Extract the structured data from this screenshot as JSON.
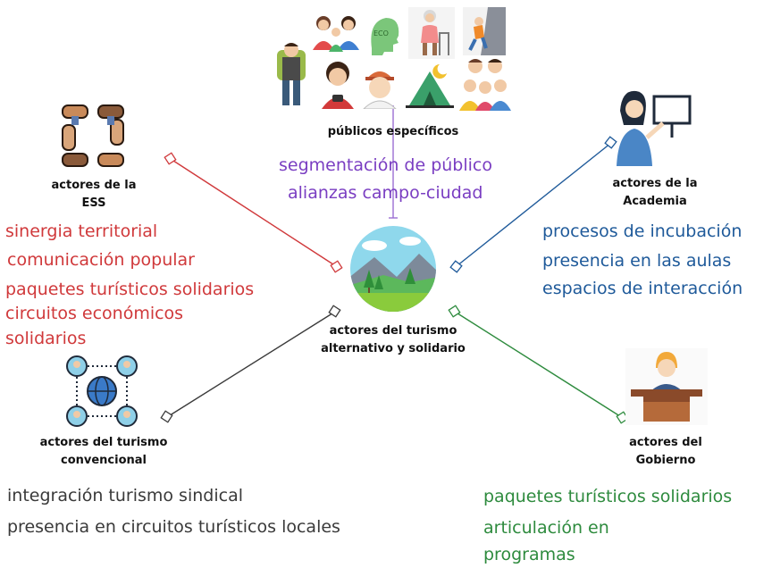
{
  "colors": {
    "ess": "#d0393b",
    "publicos": "#7a3ec2",
    "academia": "#1f5a9a",
    "convencional": "#3a3a3a",
    "gobierno": "#2e8b3e"
  },
  "center": {
    "label_line1": "actores del turismo",
    "label_line2": "alternativo y solidario",
    "icon": "landscape-icon"
  },
  "publicos": {
    "label": "públicos específicos",
    "items": [
      "segmentación de público",
      "alianzas campo-ciudad"
    ],
    "icons": [
      "family-icon",
      "eco-head-icon",
      "elderly-walker-icon",
      "climber-icon",
      "backpacker-icon",
      "tourist-man-icon",
      "woman-hat-icon",
      "camping-tent-icon",
      "group-family-icon"
    ]
  },
  "ess": {
    "label_line1": "actores de la",
    "label_line2": "ESS",
    "items": [
      "sinergia territorial",
      "comunicación popular",
      "paquetes turísticos solidarios",
      "circuitos económicos",
      "solidarios"
    ],
    "icon": "hands-circle-icon"
  },
  "academia": {
    "label_line1": "actores de la",
    "label_line2": "Academia",
    "items": [
      "procesos de incubación",
      "presencia en las aulas",
      "espacios de interacción"
    ],
    "icon": "teacher-board-icon"
  },
  "convencional": {
    "label_line1": "actores del turismo",
    "label_line2": "convencional",
    "items": [
      "integración turismo sindical",
      "presencia en circuitos turísticos locales"
    ],
    "icon": "global-network-icon"
  },
  "gobierno": {
    "label_line1": "actores del",
    "label_line2": "Gobierno",
    "items": [
      "paquetes turísticos solidarios",
      "articulación en",
      "programas"
    ],
    "icon": "speaker-podium-icon"
  }
}
